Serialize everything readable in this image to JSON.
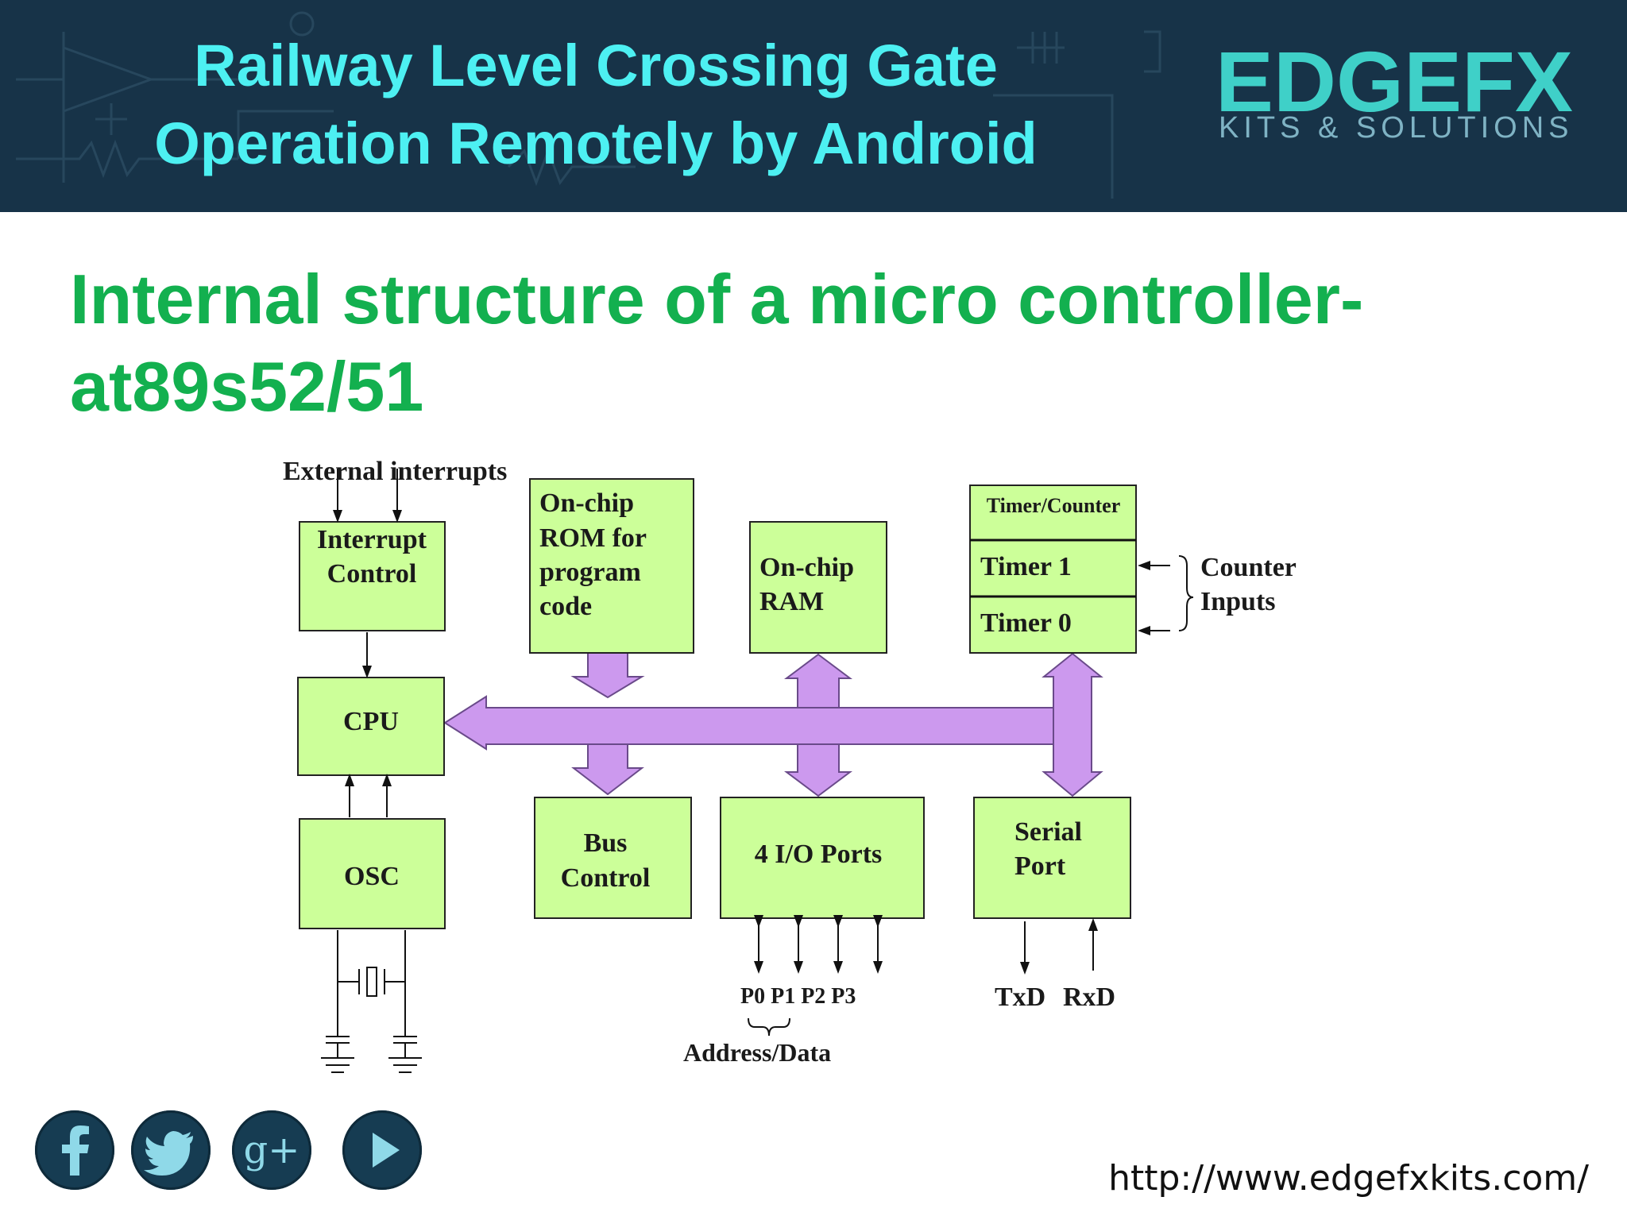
{
  "header": {
    "title_line1": "Railway Level Crossing Gate",
    "title_line2": "Operation Remotely by Android",
    "brand_name": "EDGEFX",
    "brand_tagline": "KITS & SOLUTIONS",
    "background_color": "#173348",
    "title_color": "#4df0f2"
  },
  "slide": {
    "title_line1": "Internal structure of a micro controller-",
    "title_line2": "at89s52/51",
    "title_color": "#13b04f"
  },
  "diagram": {
    "block_fill": "#ccff99",
    "bus_color": "#cc99ee",
    "external_interrupts": "External interrupts",
    "interrupt_control": [
      "Interrupt",
      "Control"
    ],
    "rom": [
      "On-chip",
      "ROM for",
      "program",
      "code"
    ],
    "ram": [
      "On-chip",
      "RAM"
    ],
    "timer_counter": "Timer/Counter",
    "timer1": "Timer 1",
    "timer0": "Timer 0",
    "counter_inputs": [
      "Counter",
      "Inputs"
    ],
    "cpu": "CPU",
    "osc": "OSC",
    "bus_control": [
      "Bus",
      "Control"
    ],
    "io_ports": "4 I/O Ports",
    "serial_port": [
      "Serial",
      "Port"
    ],
    "ports": "P0 P1 P2 P3",
    "address_data": "Address/Data",
    "txd": "TxD",
    "rxd": "RxD"
  },
  "social": [
    {
      "icon": "facebook-icon"
    },
    {
      "icon": "twitter-icon"
    },
    {
      "icon": "google-plus-icon",
      "glyph": "g+"
    },
    {
      "icon": "youtube-play-icon"
    }
  ],
  "footer": {
    "url": "http://www.edgefxkits.com/"
  }
}
